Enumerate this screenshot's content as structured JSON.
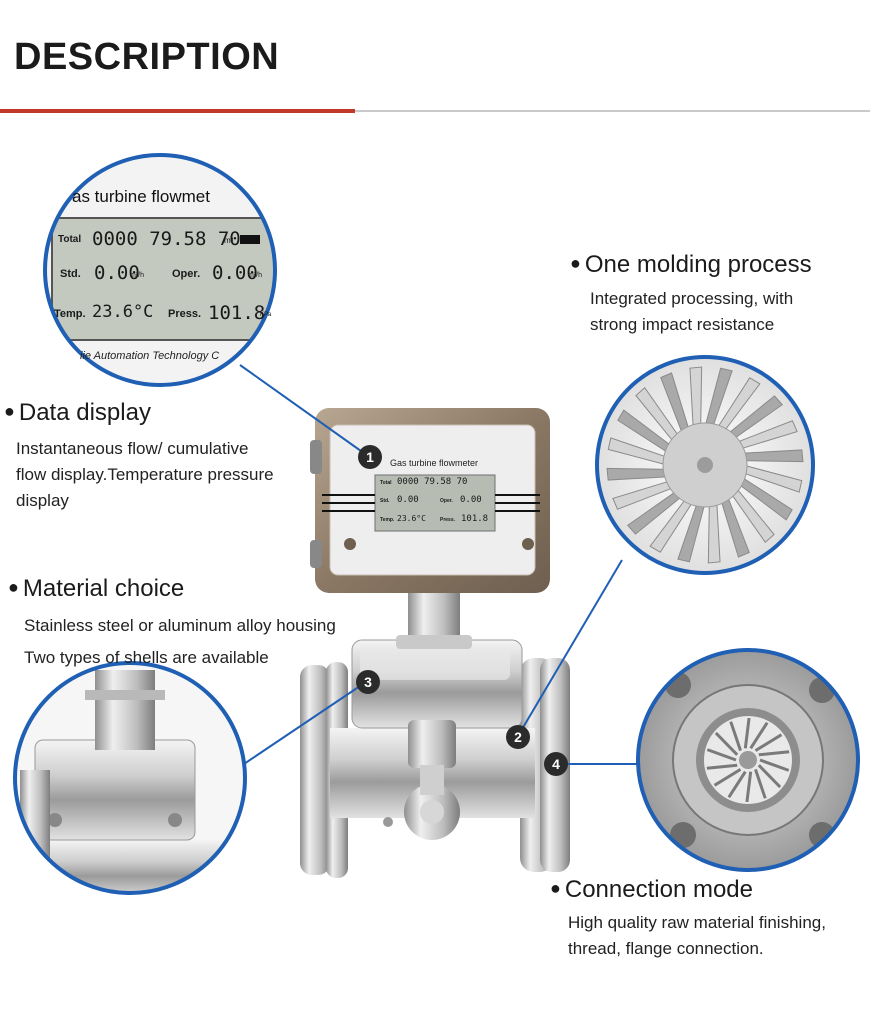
{
  "header": {
    "title": "DESCRIPTION"
  },
  "features": [
    {
      "title": "Data display",
      "desc_lines": [
        "Instantaneous flow/ cumulative",
        "flow display.Temperature pressure",
        "display"
      ]
    },
    {
      "title": "One molding process",
      "desc_lines": [
        "Integrated processing, with",
        "strong impact resistance"
      ]
    },
    {
      "title": "Material choice",
      "desc_lines": [
        "Stainless steel or aluminum alloy housing",
        "Two types of shells are available"
      ]
    },
    {
      "title": "Connection mode",
      "desc_lines": [
        "High quality raw material finishing,",
        "thread, flange connection."
      ]
    }
  ],
  "lcd": {
    "header": "as turbine flowmet",
    "header_small": "Gas turbine flowmeter",
    "total_label": "Total",
    "total_value": "0000 79.58 70",
    "total_unit": "m³",
    "std_label": "Std.",
    "std_value": "0.00",
    "std_unit": "m³/h",
    "oper_label": "Oper.",
    "oper_value": "0.00",
    "oper_unit": "m³/h",
    "temp_label": "Temp.",
    "temp_value": "23.6°C",
    "press_label": "Press.",
    "press_value": "101.8",
    "press_unit": "KPa",
    "footer": "iie Automation Technology C"
  },
  "markers": [
    "1",
    "2",
    "3",
    "4"
  ],
  "colors": {
    "accent_red": "#c0392b",
    "callout_blue": "#1f5fb4",
    "marker_dark": "#2b2b2b"
  }
}
